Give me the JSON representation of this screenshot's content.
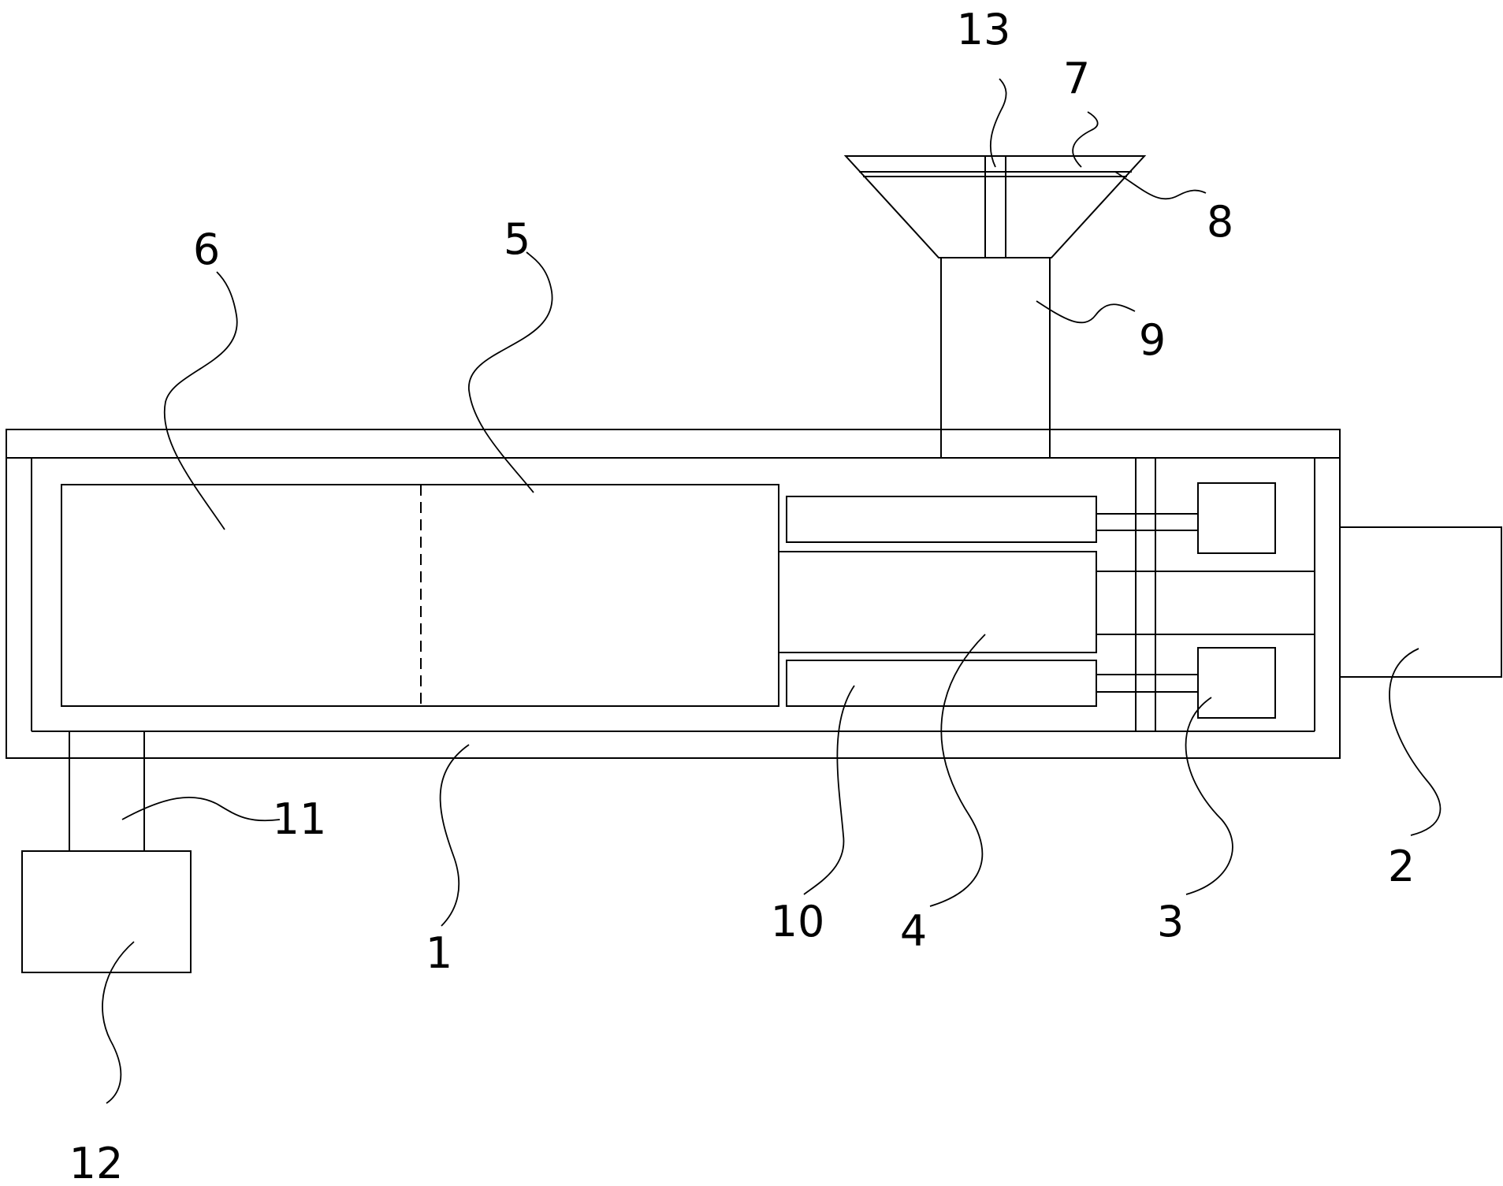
{
  "labels": {
    "l1": "1",
    "l2": "2",
    "l3": "3",
    "l4": "4",
    "l5": "5",
    "l6": "6",
    "l7": "7",
    "l8": "8",
    "l9": "9",
    "l10": "10",
    "l11": "11",
    "l12": "12",
    "l13": "13"
  },
  "colors": {
    "line": "#000000",
    "background": "#ffffff"
  }
}
